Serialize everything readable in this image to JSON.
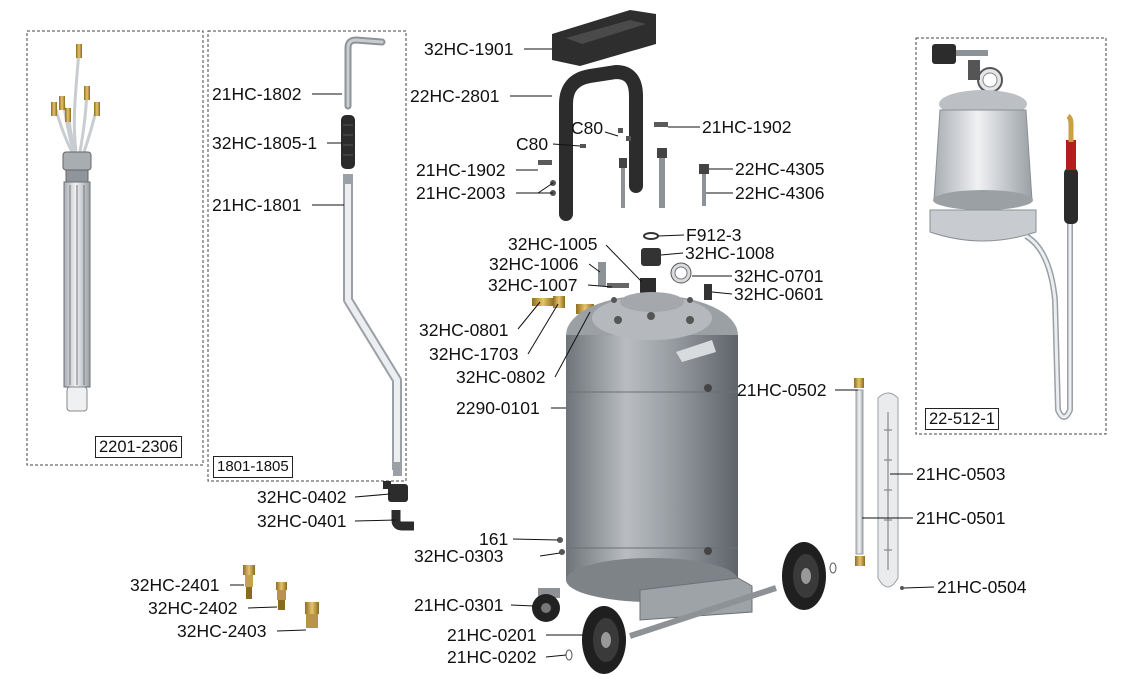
{
  "diagram": {
    "group_labels": {
      "hose_kit": "2201-2306",
      "suction_tube_kit": "1801-1805",
      "measuring_tank": "22-512-1"
    },
    "part_labels": {
      "p1901": "32HC-1901",
      "p2801": "22HC-2801",
      "p1802": "21HC-1802",
      "p1805_1": "32HC-1805-1",
      "p1801": "21HC-1801",
      "c80_a": "C80",
      "c80_b": "C80",
      "p1902_r": "21HC-1902",
      "p1902_l": "21HC-1902",
      "p2003": "21HC-2003",
      "p4305": "22HC-4305",
      "p4306": "22HC-4306",
      "f912": "F912-3",
      "p1005": "32HC-1005",
      "p1008": "32HC-1008",
      "p1006": "32HC-1006",
      "p0701": "32HC-0701",
      "p1007": "32HC-1007",
      "p0601": "32HC-0601",
      "p0801": "32HC-0801",
      "p1703": "32HC-1703",
      "p0802": "32HC-0802",
      "p0502": "21HC-0502",
      "p0101": "2290-0101",
      "p0503": "21HC-0503",
      "p0501": "21HC-0501",
      "p0504": "21HC-0504",
      "p0402": "32HC-0402",
      "p0401": "32HC-0401",
      "p161": "161",
      "p0303": "32HC-0303",
      "p0301": "21HC-0301",
      "p0201": "21HC-0201",
      "p0202": "21HC-0202",
      "p2401": "32HC-2401",
      "p2402": "32HC-2402",
      "p2403": "32HC-2403"
    },
    "colors": {
      "tank_body": "#8d9297",
      "tank_highlight": "#c9ccd0",
      "dark_part": "#2c2c2c",
      "brass": "#c9a046",
      "tube": "#d9dde2",
      "leader_line": "#111111"
    }
  }
}
